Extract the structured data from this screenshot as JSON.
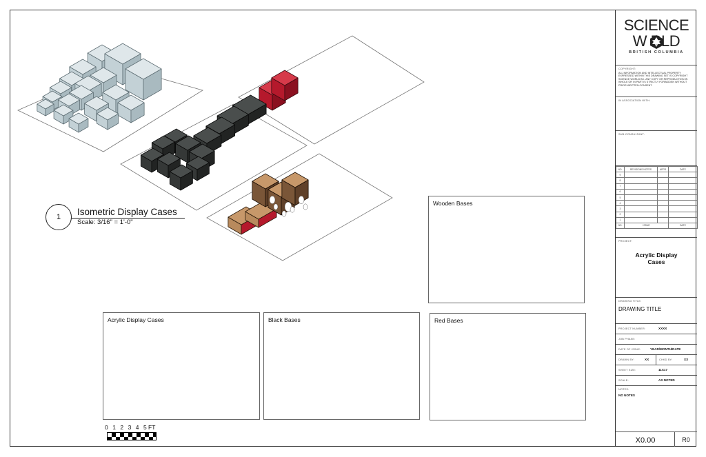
{
  "drawing": {
    "callout_number": "1",
    "callout_title": "Isometric Display Cases",
    "callout_scale": "Scale: 3/16\" = 1'-0\"",
    "scalebar_labels": [
      "0",
      "1",
      "2",
      "3",
      "4",
      "5 FT"
    ]
  },
  "panels": {
    "wooden": "Wooden Bases",
    "acrylic": "Acrylic Display Cases",
    "black": "Black Bases",
    "red": "Red Bases"
  },
  "colors": {
    "acrylic": "#c3d1d6",
    "acrylic_side": "#a9bac0",
    "acrylic_edge": "#5f6f75",
    "black": "#353837",
    "black_side": "#222423",
    "wood": "#b88a5d",
    "wood_side": "#8f6540",
    "walnut": "#7a5638",
    "red": "#b5192c",
    "red_side": "#8b1020",
    "plan_red": "#a62638"
  },
  "title_block": {
    "logo_line1": "SCIENCE",
    "logo_line2": "W RLD",
    "logo_sub": "BRITISH COLUMBIA",
    "copyright_label": "COPYRIGHT:",
    "copyright_text": "ALL INFORMATION AND INTELLECTUAL PROPERTY EXPRESSED WITHIN THIS DRAWING SET IS COPYRIGHT SCIENCE WORLD BC. ANY COPY OR REPRODUCTION IN WHOLE OR IN PART IS STRICTLY FORBIDDEN WITHOUT PRIOR WRITTEN CONSENT.",
    "association_label": "IN ASSOCIATION WITH:",
    "subconsultant_label": "SUB-CONSULTANT:",
    "rev_headers": [
      "NO.",
      "REVISIONS NOTES",
      "APPR",
      "DATE"
    ],
    "rev_rows": [
      "9",
      "8",
      "7",
      "6",
      "5",
      "4",
      "3",
      "2",
      "1"
    ],
    "issue_headers": [
      "NO.",
      "ISSUE",
      "DATE"
    ],
    "project_label": "PROJECT:",
    "project_name": "Acrylic  Display Cases",
    "drawing_title_label": "DRAWING TITLE:",
    "drawing_title": "DRAWING TITLE",
    "project_number_label": "PROJECT NUMBER:",
    "project_number": "XXXX",
    "job_phase_label": "JOB PHASE:",
    "date_label": "DATE OF ISSUE:",
    "date": "YEAR/MONTH/DATE",
    "drawn_by_label": "DRAWN BY:",
    "drawn_by": "XX",
    "chkd_by_label": "CHKD BY:",
    "chkd_by": "XX",
    "sheet_size_label": "SHEET SIZE:",
    "sheet_size": "11X17",
    "scale_label": "SCALE:",
    "scale": "AS  NOTED",
    "notes_label": "NOTES:",
    "notes": "NO  NOTES",
    "sheet_number": "X0.00",
    "revision": "R0"
  }
}
